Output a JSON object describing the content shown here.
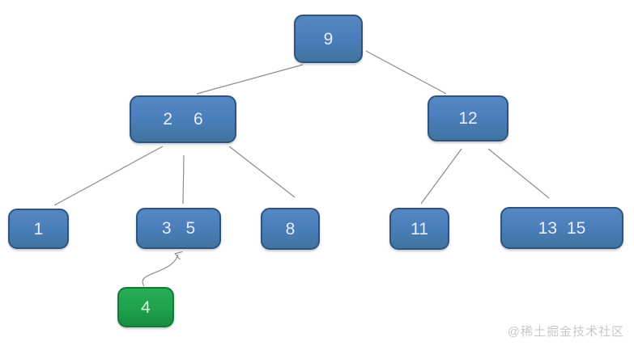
{
  "nodes": {
    "root": {
      "keys": [
        "9"
      ]
    },
    "left": {
      "keys": [
        "2",
        "6"
      ]
    },
    "right": {
      "keys": [
        "12"
      ]
    },
    "leaf1": {
      "keys": [
        "1"
      ]
    },
    "leaf35": {
      "keys": [
        "3",
        "5"
      ]
    },
    "leaf8": {
      "keys": [
        "8"
      ]
    },
    "leaf11": {
      "keys": [
        "11"
      ]
    },
    "leaf1315": {
      "keys": [
        "13",
        "15"
      ]
    },
    "insert": {
      "keys": [
        "4"
      ]
    }
  },
  "edges": [
    {
      "from": "root",
      "to": "left"
    },
    {
      "from": "root",
      "to": "right"
    },
    {
      "from": "left",
      "to": "leaf1"
    },
    {
      "from": "left",
      "to": "leaf35"
    },
    {
      "from": "left",
      "to": "leaf8"
    },
    {
      "from": "right",
      "to": "leaf11"
    },
    {
      "from": "right",
      "to": "leaf1315"
    }
  ],
  "insert_arrow": {
    "from": "insert",
    "to": "leaf35"
  },
  "watermark": "@稀土掘金技术社区",
  "colors": {
    "node_fill": "#4a7eba",
    "node_border": "#2e557d",
    "node_text": "#e6eef8",
    "insert_fill": "#1ea24b",
    "insert_border": "#147a38",
    "edge": "#8c8c8c",
    "watermark": "#c9c9c9",
    "background": "#ffffff"
  }
}
